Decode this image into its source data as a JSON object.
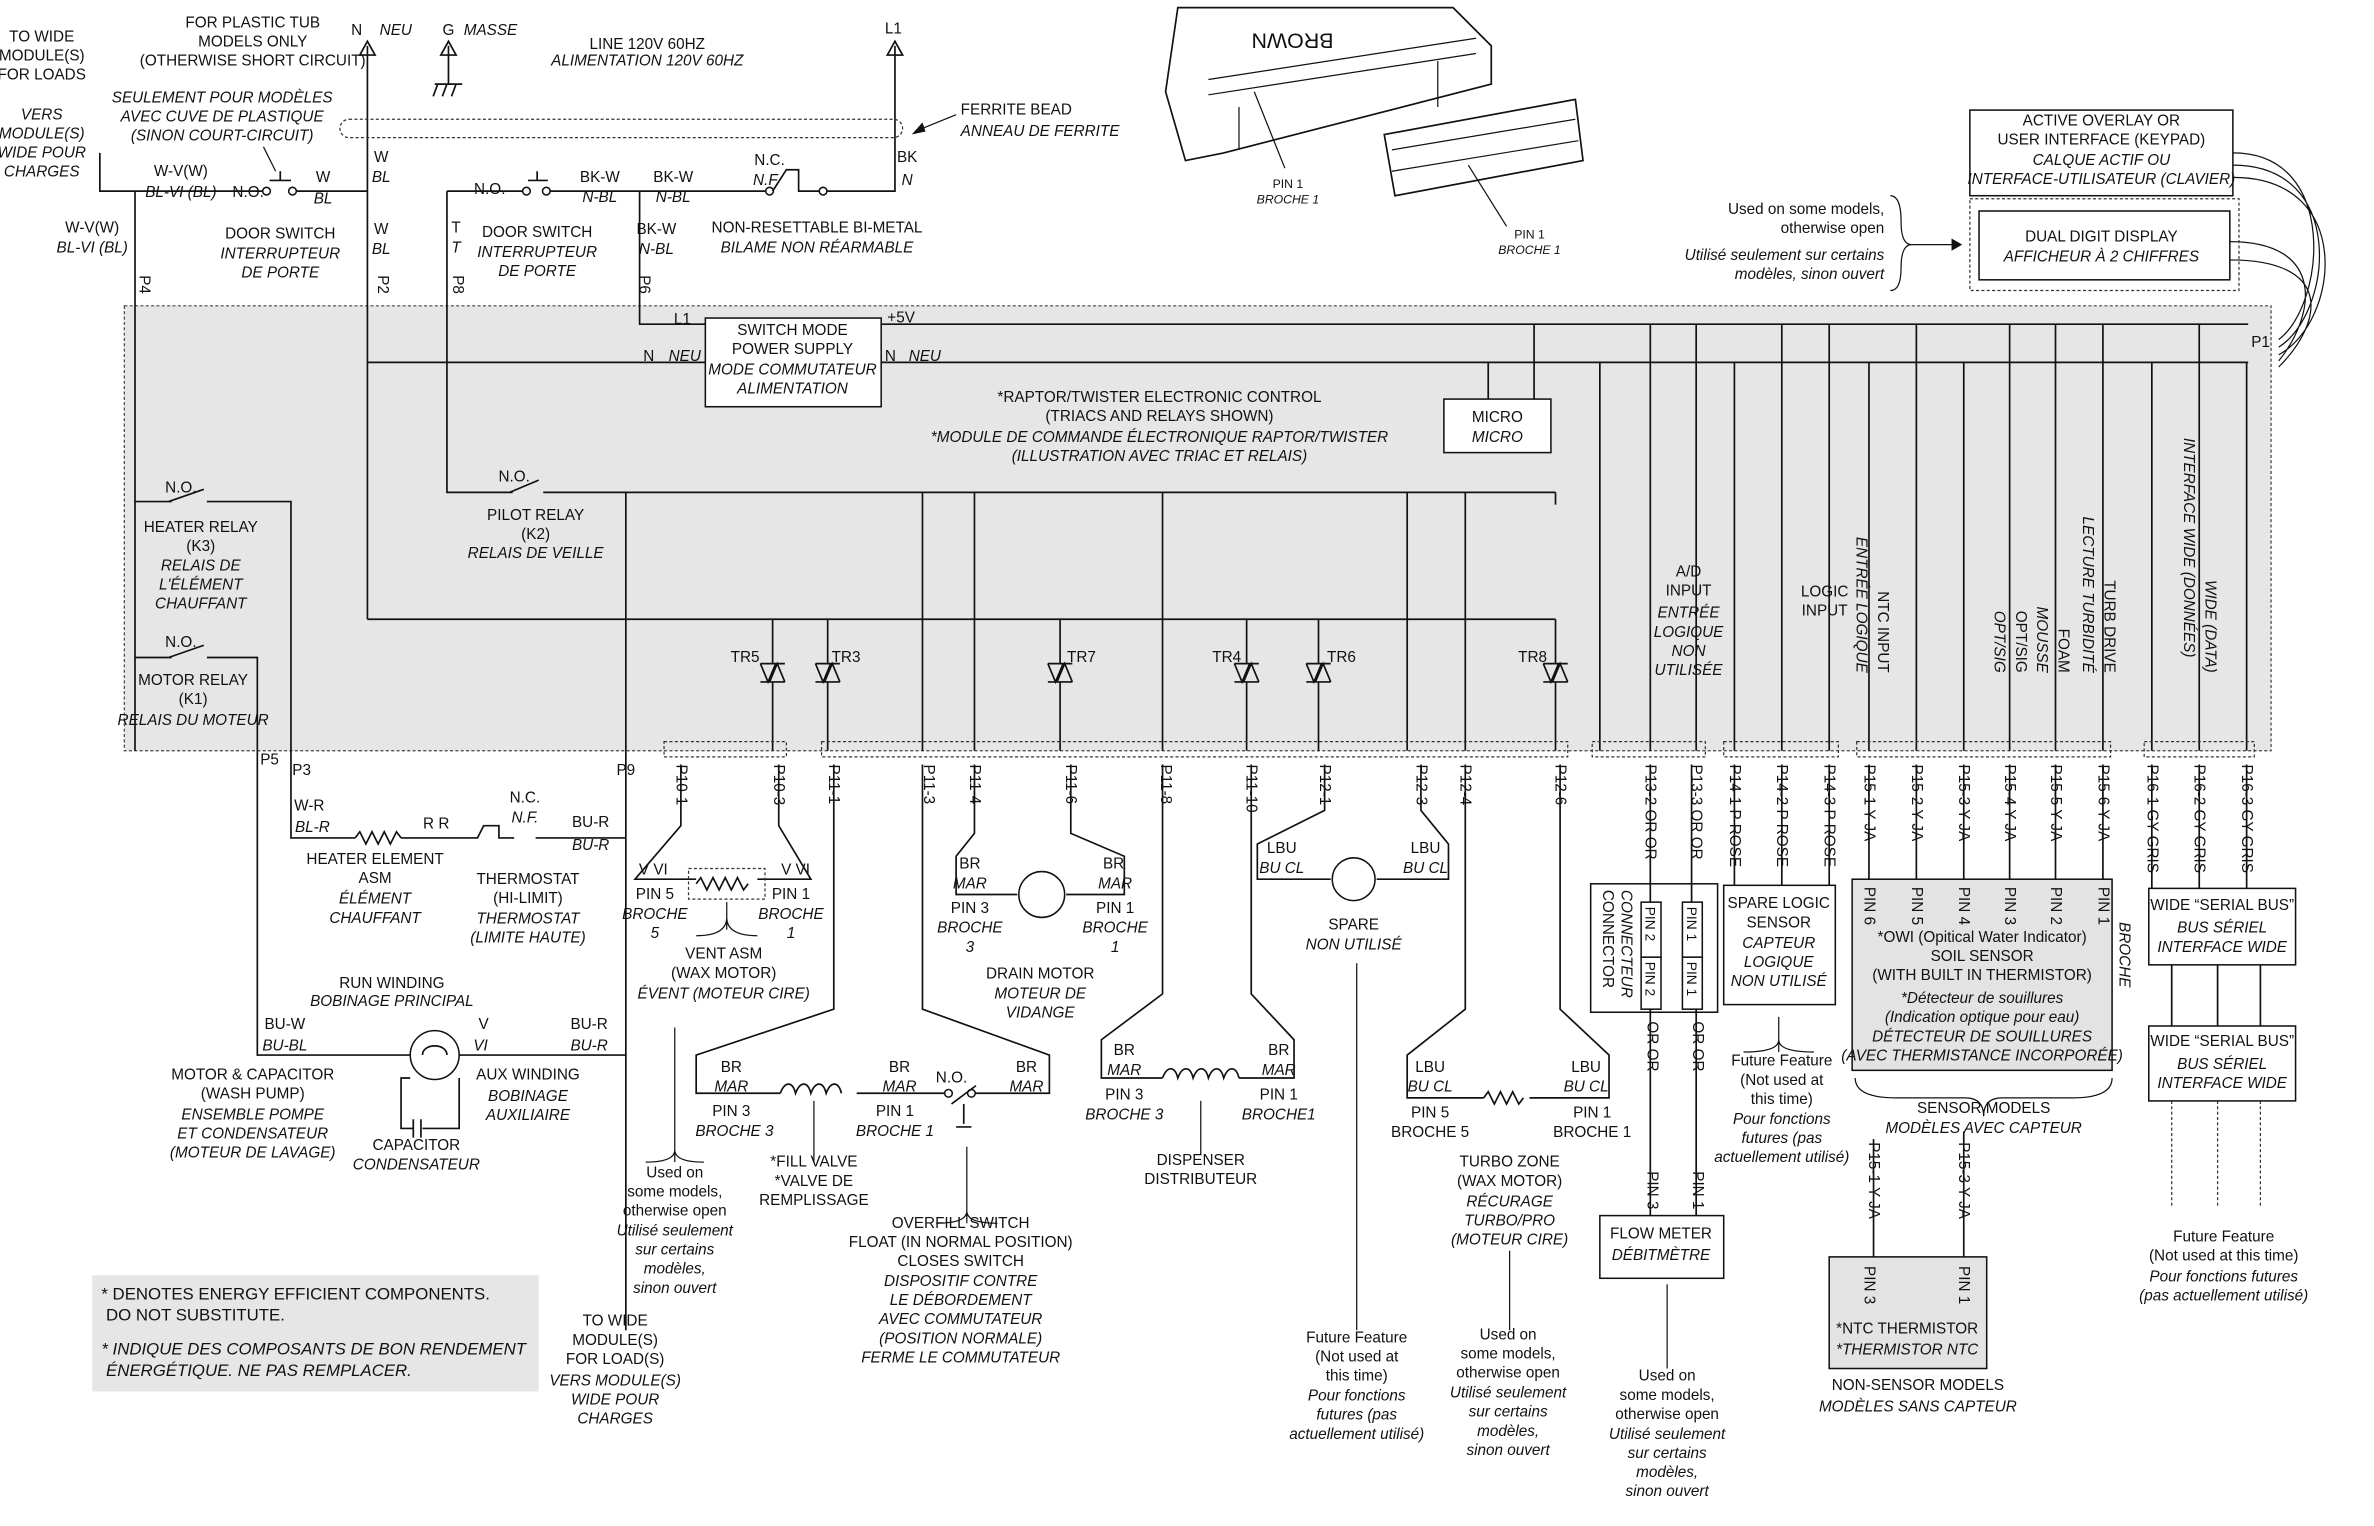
{
  "colors": {
    "control_fill": "#e6e6e6",
    "line": "#111111"
  },
  "labels": {
    "to_wide_top": {
      "en": [
        "TO WIDE",
        "MODULE(S)",
        "FOR LOADS"
      ],
      "fr": [
        "VERS",
        "MODULE(S)",
        "WIDE POUR",
        "CHARGES"
      ]
    },
    "plastic_tub": {
      "en": [
        "FOR PLASTIC TUB",
        "MODELS ONLY",
        "(OTHERWISE SHORT CIRCUIT)"
      ],
      "fr": [
        "SEULEMENT POUR MODÈLES",
        "AVEC CUVE DE PLASTIQUE",
        "(SINON COURT-CIRCUIT)"
      ]
    },
    "neutral": {
      "en": [
        "N"
      ],
      "fr": [
        "NEU"
      ]
    },
    "ground": {
      "en": [
        "G"
      ],
      "fr": [
        "MASSE"
      ]
    },
    "line": {
      "en": [
        "LINE 120V 60HZ"
      ],
      "fr": [
        "ALIMENTATION 120V 60HZ"
      ]
    },
    "l1": {
      "en": [
        "L1"
      ]
    },
    "ferrite": {
      "en": [
        "FERRITE BEAD"
      ],
      "fr": [
        "ANNEAU DE FERRITE"
      ]
    },
    "w_v_top": {
      "en": [
        "W-V(W)"
      ],
      "fr": [
        "BL-VI (BL)"
      ]
    },
    "w_v_left": {
      "en": [
        "W-V(W)"
      ],
      "fr": [
        "BL-VI (BL)"
      ]
    },
    "no_1": {
      "en": [
        "N.O."
      ]
    },
    "w_bl_1": {
      "en": [
        "W"
      ],
      "fr": [
        "BL"
      ]
    },
    "w_bl_2": {
      "en": [
        "W"
      ],
      "fr": [
        "BL"
      ]
    },
    "w_bl_3": {
      "en": [
        "W"
      ],
      "fr": [
        "BL"
      ]
    },
    "door_switch_1": {
      "en": [
        "DOOR SWITCH"
      ],
      "fr": [
        "INTERRUPTEUR",
        "DE PORTE"
      ]
    },
    "t_t": {
      "en": [
        "T"
      ],
      "fr": [
        "T"
      ]
    },
    "no_2": {
      "en": [
        "N.O."
      ]
    },
    "door_switch_2": {
      "en": [
        "DOOR SWITCH"
      ],
      "fr": [
        "INTERRUPTEUR",
        "DE PORTE"
      ]
    },
    "bkw_1": {
      "en": [
        "BK-W"
      ],
      "fr": [
        "N-BL"
      ]
    },
    "bkw_2": {
      "en": [
        "BK-W"
      ],
      "fr": [
        "N-BL"
      ]
    },
    "bkw_3": {
      "en": [
        "BK-W"
      ],
      "fr": [
        "N-BL"
      ]
    },
    "nc_bimetal": {
      "en": [
        "N.C."
      ],
      "fr": [
        "N.F."
      ]
    },
    "bimetal": {
      "en": [
        "NON-RESETTABLE BI-METAL"
      ],
      "fr": [
        "BILAME NON RÉARMABLE"
      ]
    },
    "bk_n": {
      "en": [
        "BK"
      ],
      "fr": [
        "N"
      ]
    },
    "p4": {
      "en": [
        "P4"
      ]
    },
    "p2": {
      "en": [
        "P2"
      ]
    },
    "p8": {
      "en": [
        "P8"
      ]
    },
    "p6": {
      "en": [
        "P6"
      ]
    },
    "brown": {
      "en": [
        "BROWN"
      ]
    },
    "pin1_a": {
      "en": [
        "PIN 1"
      ],
      "fr": [
        "BROCHE 1"
      ]
    },
    "pin1_b": {
      "en": [
        "PIN 1"
      ],
      "fr": [
        "BROCHE 1"
      ]
    },
    "used_display": {
      "en": [
        "Used on some models,",
        "otherwise open"
      ],
      "fr": [
        "Utilisé seulement sur certains",
        "modèles, sinon ouvert"
      ]
    },
    "overlay": {
      "en": [
        "ACTIVE OVERLAY OR",
        "USER INTERFACE (KEYPAD)"
      ],
      "fr": [
        "CALQUE ACTIF OU",
        "INTERFACE-UTILISATEUR (CLAVIER)"
      ]
    },
    "display": {
      "en": [
        "DUAL DIGIT DISPLAY"
      ],
      "fr": [
        "AFFICHEUR À 2 CHIFFRES"
      ]
    },
    "p1": {
      "en": [
        "P1"
      ]
    },
    "l1_ctrl": {
      "en": [
        "L1"
      ]
    },
    "plus5v": {
      "en": [
        "+5V"
      ]
    },
    "n_neu_1": {
      "en": [
        "N"
      ],
      "fr": [
        "NEU"
      ]
    },
    "n_neu_2": {
      "en": [
        "N"
      ],
      "fr": [
        "NEU"
      ]
    },
    "smps": {
      "en": [
        "SWITCH MODE",
        "POWER SUPPLY"
      ],
      "fr": [
        "MODE COMMUTATEUR",
        "ALIMENTATION"
      ]
    },
    "micro": {
      "en": [
        "MICRO"
      ],
      "fr": [
        "MICRO"
      ]
    },
    "control": {
      "en": [
        "*RAPTOR/TWISTER ELECTRONIC CONTROL",
        "(TRIACS AND RELAYS SHOWN)"
      ],
      "fr": [
        "*MODULE DE COMMANDE ÉLECTRONIQUE RAPTOR/TWISTER",
        "(ILLUSTRATION AVEC TRIAC ET RELAIS)"
      ]
    },
    "pilot_no": {
      "en": [
        "N.O."
      ]
    },
    "pilot_relay": {
      "en": [
        "PILOT RELAY",
        "(K2)"
      ],
      "fr": [
        "RELAIS DE VEILLE"
      ]
    },
    "heater_no": {
      "en": [
        "N.O."
      ]
    },
    "heater_relay": {
      "en": [
        "HEATER RELAY",
        "(K3)"
      ],
      "fr": [
        "RELAIS DE",
        "L'ÉLÉMENT",
        "CHAUFFANT"
      ]
    },
    "motor_no": {
      "en": [
        "N.O."
      ]
    },
    "motor_relay": {
      "en": [
        "MOTOR RELAY",
        "(K1)"
      ],
      "fr": [
        "RELAIS DU MOTEUR"
      ]
    },
    "triacs": [
      "TR5",
      "TR3",
      "TR7",
      "TR4",
      "TR6",
      "TR8"
    ],
    "ad_input": {
      "en": [
        "A/D",
        "INPUT"
      ],
      "fr": [
        "ENTRÉE",
        "LOGIQUE",
        "NON",
        "UTILISÉE"
      ]
    },
    "logic_input": {
      "en": [
        "LOGIC",
        "INPUT"
      ]
    },
    "ntc_input": {
      "en": [
        "NTC INPUT"
      ],
      "fr": [
        "ENTRÉE LOGIQUE"
      ]
    },
    "opt_sig": {
      "en": [
        "OPT/SIG"
      ],
      "fr": [
        "OPT/SIG"
      ]
    },
    "foam": {
      "en": [
        "FOAM"
      ],
      "fr": [
        "MOUSSE"
      ]
    },
    "turb": {
      "en": [
        "TURB DRIVE"
      ],
      "fr": [
        "LECTURE TURBIDITÉ"
      ]
    },
    "wide_data": {
      "en": [
        "WIDE (DATA)"
      ],
      "fr": [
        "INTERFACE WIDE (DONNÉES)"
      ]
    },
    "pins": [
      "P10-1",
      "P10-3",
      "P11-1",
      "P11-3",
      "P11-4",
      "P11-6",
      "P11-8",
      "P11-10",
      "P12-1",
      "P12-3",
      "P12-4",
      "P12-6",
      "P13-2  OR OR",
      "P13-3  OR OR",
      "P14-1  P ROSE",
      "P14-2  P ROSE",
      "P14-3  P ROSE",
      "P15-1  Y JA",
      "P15-2  Y JA",
      "P15-3  Y JA",
      "P15-4  Y JA",
      "P15-5  Y JA",
      "P15-6  Y JA",
      "P16-1  GY GRIS",
      "P16-2  GY GRIS",
      "P16-3  GY GRIS"
    ],
    "p5": {
      "en": [
        "P5"
      ]
    },
    "p3": {
      "en": [
        "P3"
      ]
    },
    "p9": {
      "en": [
        "P9"
      ]
    },
    "wr": {
      "en": [
        "W-R"
      ],
      "fr": [
        "BL-R"
      ]
    },
    "rr": {
      "en": [
        "R R"
      ]
    },
    "nc_thermo": {
      "en": [
        "N.C."
      ],
      "fr": [
        "N.F."
      ]
    },
    "bur_1": {
      "en": [
        "BU-R"
      ],
      "fr": [
        "BU-R"
      ]
    },
    "heater_element": {
      "en": [
        "HEATER ELEMENT",
        "ASM"
      ],
      "fr": [
        "ÉLÉMENT",
        "CHAUFFANT"
      ]
    },
    "thermostat": {
      "en": [
        "THERMOSTAT",
        "(HI-LIMIT)"
      ],
      "fr": [
        "THERMOSTAT",
        "(LIMITE HAUTE)"
      ]
    },
    "run_winding": {
      "en": [
        "RUN WINDING"
      ],
      "fr": [
        "BOBINAGE PRINCIPAL"
      ]
    },
    "buw": {
      "en": [
        "BU-W"
      ],
      "fr": [
        "BU-BL"
      ]
    },
    "v_vi_motor": {
      "en": [
        "V"
      ],
      "fr": [
        "VI"
      ]
    },
    "bur_2": {
      "en": [
        "BU-R"
      ],
      "fr": [
        "BU-R"
      ]
    },
    "motor_cap": {
      "en": [
        "MOTOR & CAPACITOR",
        "(WASH PUMP)"
      ],
      "fr": [
        "ENSEMBLE POMPE",
        "ET CONDENSATEUR",
        "(MOTEUR DE LAVAGE)"
      ]
    },
    "aux_winding": {
      "en": [
        "AUX WINDING"
      ],
      "fr": [
        "BOBINAGE",
        "AUXILIAIRE"
      ]
    },
    "capacitor": {
      "en": [
        "CAPACITOR"
      ],
      "fr": [
        "CONDENSATEUR"
      ]
    },
    "vent_v_1": {
      "en": [
        "V VI"
      ]
    },
    "vent_v_2": {
      "en": [
        "V VI"
      ]
    },
    "vent_pin5": {
      "en": [
        "PIN 5"
      ],
      "fr": [
        "BROCHE",
        "5"
      ]
    },
    "vent_pin1": {
      "en": [
        "PIN 1"
      ],
      "fr": [
        "BROCHE",
        "1"
      ]
    },
    "vent": {
      "en": [
        "VENT ASM",
        "(WAX MOTOR)"
      ],
      "fr": [
        "ÉVENT (MOTEUR CIRE)"
      ]
    },
    "drain_br_1": {
      "en": [
        "BR"
      ],
      "fr": [
        "MAR"
      ]
    },
    "drain_br_2": {
      "en": [
        "BR"
      ],
      "fr": [
        "MAR"
      ]
    },
    "drain_pin3": {
      "en": [
        "PIN 3"
      ],
      "fr": [
        "BROCHE",
        "3"
      ]
    },
    "drain_pin1": {
      "en": [
        "PIN 1"
      ],
      "fr": [
        "BROCHE",
        "1"
      ]
    },
    "drain": {
      "en": [
        "DRAIN MOTOR"
      ],
      "fr": [
        "MOTEUR DE",
        "VIDANGE"
      ]
    },
    "fill_br_1": {
      "en": [
        "BR"
      ],
      "fr": [
        "MAR"
      ]
    },
    "fill_br_2": {
      "en": [
        "BR"
      ],
      "fr": [
        "MAR"
      ]
    },
    "fill_br_3": {
      "en": [
        "BR"
      ],
      "fr": [
        "MAR"
      ]
    },
    "fill_no": {
      "en": [
        "N.O."
      ]
    },
    "fill_pin3": {
      "en": [
        "PIN 3"
      ],
      "fr": [
        "BROCHE 3"
      ]
    },
    "fill_pin1": {
      "en": [
        "PIN 1"
      ],
      "fr": [
        "BROCHE 1"
      ]
    },
    "fill_valve": {
      "en": [
        "*FILL VALVE",
        "*VALVE DE",
        "REMPLISSAGE"
      ]
    },
    "overfill": {
      "en": [
        "OVERFILL SWITCH",
        "FLOAT (IN NORMAL POSITION)",
        "CLOSES SWITCH"
      ],
      "fr": [
        "DISPOSITIF CONTRE",
        "LE DÉBORDEMENT",
        "AVEC COMMUTATEUR",
        "(POSITION NORMALE)",
        "FERME LE COMMUTATEUR"
      ]
    },
    "used_vent": {
      "en": [
        "Used on",
        "some models,",
        "otherwise open"
      ],
      "fr": [
        "Utilisé seulement",
        "sur certains",
        "modèles,",
        "sinon ouvert"
      ]
    },
    "disp_br_1": {
      "en": [
        "BR"
      ],
      "fr": [
        "MAR"
      ]
    },
    "disp_br_2": {
      "en": [
        "BR"
      ],
      "fr": [
        "MAR"
      ]
    },
    "disp_pin3": {
      "en": [
        "PIN 3"
      ],
      "fr": [
        "BROCHE 3"
      ]
    },
    "disp_pin1": {
      "en": [
        "PIN 1"
      ],
      "fr": [
        "BROCHE1"
      ]
    },
    "dispenser": {
      "en": [
        "DISPENSER",
        "DISTRIBUTEUR"
      ]
    },
    "spare_lbu_1": {
      "en": [
        "LBU"
      ],
      "fr": [
        "BU CL"
      ]
    },
    "spare_lbu_2": {
      "en": [
        "LBU"
      ],
      "fr": [
        "BU CL"
      ]
    },
    "spare": {
      "en": [
        "SPARE"
      ],
      "fr": [
        "NON UTILISÉ"
      ]
    },
    "future_spare": {
      "en": [
        "Future Feature",
        "(Not used at",
        "this time)"
      ],
      "fr": [
        "Pour fonctions",
        "futures (pas",
        "actuellement utilisé)"
      ]
    },
    "turbo_lbu_1": {
      "en": [
        "LBU"
      ],
      "fr": [
        "BU CL"
      ]
    },
    "turbo_lbu_2": {
      "en": [
        "LBU"
      ],
      "fr": [
        "BU CL"
      ]
    },
    "turbo_pin5": {
      "en": [
        "PIN 5",
        "BROCHE 5"
      ]
    },
    "turbo_pin1": {
      "en": [
        "PIN 1",
        "BROCHE 1"
      ]
    },
    "turbo": {
      "en": [
        "TURBO ZONE",
        "(WAX MOTOR)"
      ],
      "fr": [
        "RÉCURAGE",
        "TURBO/PRO",
        "(MOTEUR CIRE)"
      ]
    },
    "used_turbo": {
      "en": [
        "Used on",
        "some models,",
        "otherwise open"
      ],
      "fr": [
        "Utilisé seulement",
        "sur certains",
        "modèles,",
        "sinon ouvert"
      ]
    },
    "connector": {
      "en": [
        "CONNECTOR"
      ],
      "fr": [
        "CONNECTEUR"
      ]
    },
    "conn_pins": [
      "PIN 2",
      "PIN 2",
      "PIN 1",
      "PIN 1"
    ],
    "or_1": {
      "en": [
        "OR OR"
      ]
    },
    "or_2": {
      "en": [
        "OR OR"
      ]
    },
    "fm_pin3": {
      "en": [
        "PIN 3"
      ]
    },
    "fm_pin1": {
      "en": [
        "PIN 1"
      ]
    },
    "flow_meter": {
      "en": [
        "FLOW METER"
      ],
      "fr": [
        "DÉBITMÈTRE"
      ]
    },
    "used_flow": {
      "en": [
        "Used on",
        "some models,",
        "otherwise open"
      ],
      "fr": [
        "Utilisé seulement",
        "sur certains",
        "modèles,",
        "sinon ouvert"
      ]
    },
    "spare_logic": {
      "en": [
        "SPARE LOGIC",
        "SENSOR"
      ],
      "fr": [
        "CAPTEUR",
        "LOGIQUE",
        "NON UTILISÉ"
      ]
    },
    "future_logic": {
      "en": [
        "Future Feature",
        "(Not used at",
        "this time)"
      ],
      "fr": [
        "Pour fonctions",
        "futures (pas",
        "actuellement utilisé)"
      ]
    },
    "soil_pins": [
      "PIN 6",
      "PIN 5",
      "PIN 4",
      "PIN 3",
      "PIN 2",
      "PIN 1"
    ],
    "soil": {
      "en": [
        "*OWI (Opitical Water Indicator)",
        "SOIL SENSOR",
        "(WITH BUILT IN THERMISTOR)"
      ],
      "fr": [
        "*Détecteur de souillures",
        "(Indication optique pour eau)",
        "DÉTECTEUR DE SOUILLURES",
        "(AVEC THERMISTANCE INCORPORÉE)"
      ]
    },
    "broche": {
      "fr": [
        "BROCHE"
      ]
    },
    "sensor_models": {
      "en": [
        "SENSOR MODELS"
      ],
      "fr": [
        "MODÈLES AVEC CAPTEUR"
      ]
    },
    "p15_1": {
      "en": [
        "P15-1  Y JA"
      ]
    },
    "p15_3": {
      "en": [
        "P15-3  Y JA"
      ]
    },
    "ntc_pin3": {
      "en": [
        "PIN 3"
      ]
    },
    "ntc_pin1": {
      "en": [
        "PIN 1"
      ]
    },
    "ntc": {
      "en": [
        "*NTC THERMISTOR"
      ],
      "fr": [
        "*THERMISTOR NTC"
      ]
    },
    "non_sensor": {
      "en": [
        "NON-SENSOR MODELS"
      ],
      "fr": [
        "MODÈLES SANS CAPTEUR"
      ]
    },
    "serial_1": {
      "en": [
        "WIDE “SERIAL BUS”"
      ],
      "fr": [
        "BUS SÉRIEL",
        "INTERFACE WIDE"
      ]
    },
    "serial_2": {
      "en": [
        "WIDE “SERIAL BUS”"
      ],
      "fr": [
        "BUS SÉRIEL",
        "INTERFACE WIDE"
      ]
    },
    "future_serial": {
      "en": [
        "Future Feature",
        "(Not used at this time)"
      ],
      "fr": [
        "Pour fonctions futures",
        "(pas actuellement utilisé)"
      ]
    },
    "note": {
      "en": [
        "* DENOTES ENERGY EFFICIENT COMPONENTS.",
        "   DO NOT SUBSTITUTE."
      ],
      "fr": [
        "* INDIQUE DES COMPOSANTS DE BON RENDEMENT",
        "   ÉNERGÉTIQUE. NE PAS REMPLACER."
      ]
    },
    "to_wide_bottom": {
      "en": [
        "TO WIDE",
        "MODULE(S)",
        "FOR LOAD(S)"
      ],
      "fr": [
        "VERS MODULE(S)",
        "WIDE POUR",
        "CHARGES"
      ]
    }
  }
}
